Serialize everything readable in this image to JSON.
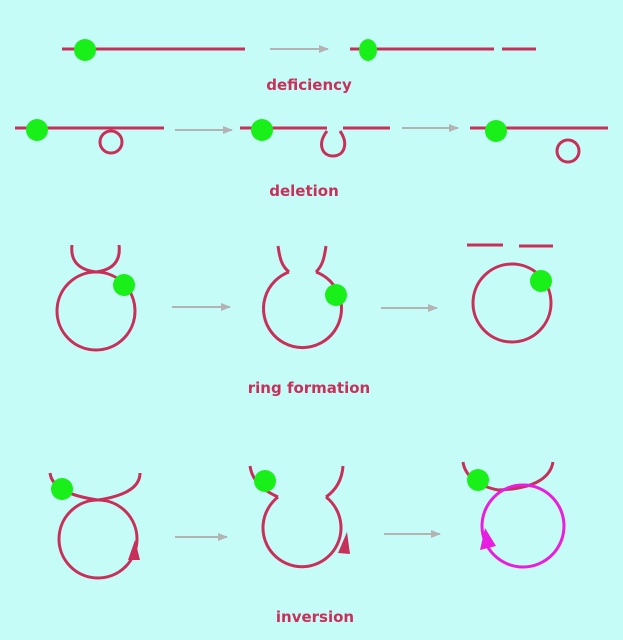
{
  "labels": {
    "deficiency": "deficiency",
    "deletion": "deletion",
    "ring_formation": "ring formation",
    "inversion": "inversion"
  },
  "colors": {
    "background": "#c6fcf8",
    "chromosome": "#c8305a",
    "inverted_segment": "#e81de0",
    "centromere": "#19f019",
    "arrow": "#b3b3b3"
  }
}
